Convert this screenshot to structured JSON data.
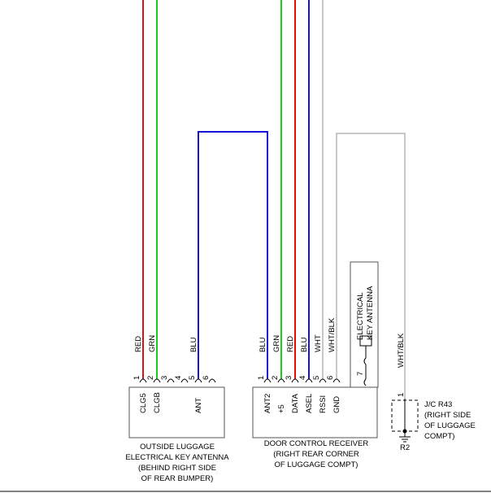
{
  "colors": {
    "red": "#e01010",
    "green": "#19d019",
    "blue": "#1414d8",
    "grey": "#c8c8c8",
    "black": "#000000",
    "border": "#555555"
  },
  "left_connector": {
    "pins": [
      {
        "num": "1",
        "name": "CLG5",
        "wire": "RED",
        "color": "red"
      },
      {
        "num": "2",
        "name": "CLGB",
        "wire": "GRN",
        "color": "green"
      },
      {
        "num": "3",
        "name": "",
        "wire": "",
        "color": ""
      },
      {
        "num": "4",
        "name": "",
        "wire": "",
        "color": ""
      },
      {
        "num": "5",
        "name": "ANT",
        "wire": "BLU",
        "color": "blue"
      },
      {
        "num": "6",
        "name": "",
        "wire": "",
        "color": ""
      }
    ],
    "caption": [
      "OUTSIDE LUGGAGE",
      "ELECTRICAL KEY ANTENNA",
      "(BEHIND RIGHT SIDE",
      "OF REAR BUMPER)"
    ]
  },
  "right_connector": {
    "pins": [
      {
        "num": "1",
        "name": "ANT2",
        "wire": "BLU",
        "color": "blue"
      },
      {
        "num": "2",
        "name": "+5",
        "wire": "GRN",
        "color": "green"
      },
      {
        "num": "3",
        "name": "DATA",
        "wire": "RED",
        "color": "red"
      },
      {
        "num": "4",
        "name": "ASEL",
        "wire": "BLU",
        "color": "blue"
      },
      {
        "num": "5",
        "name": "RSSI",
        "wire": "WHT",
        "color": "grey"
      },
      {
        "num": "6",
        "name": "GND",
        "wire": "WHT/BLK",
        "color": "grey"
      }
    ],
    "caption": [
      "DOOR CONTROL RECEIVER",
      "(RIGHT REAR CORNER",
      "OF LUGGAGE COMPT)"
    ]
  },
  "antenna": {
    "label_lines": [
      "ELECTRICAL",
      "KEY ANTENNA"
    ],
    "pin": "7"
  },
  "junction": {
    "wire": "WHT/BLK",
    "pin": "1",
    "label_lines": [
      "J/C R43",
      "(RIGHT SIDE",
      "OF LUGGAGE",
      "COMPT)"
    ],
    "ground": "R2"
  }
}
